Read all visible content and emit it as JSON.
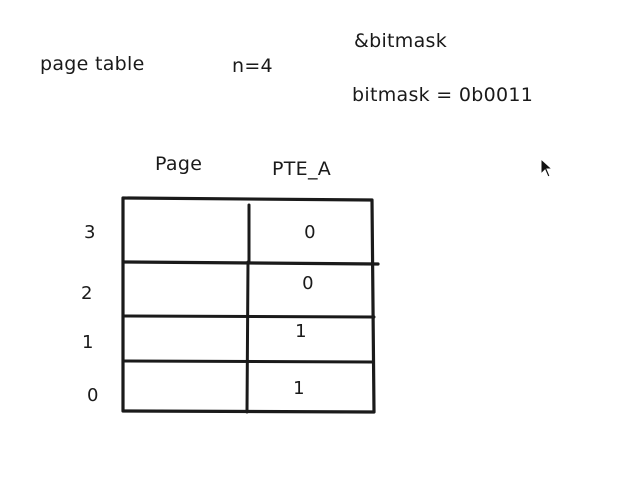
{
  "header": {
    "page_table_label": "page table",
    "n_label": "n=4",
    "bitmask_ref": "&bitmask",
    "bitmask_expr": "bitmask = 0b0011"
  },
  "table": {
    "col_headers": [
      "Page",
      "PTE_A"
    ],
    "rows": [
      {
        "label": "3",
        "pte_a": "0"
      },
      {
        "label": "2",
        "pte_a": "0"
      },
      {
        "label": "1",
        "pte_a": "1"
      },
      {
        "label": "0",
        "pte_a": "1"
      }
    ]
  },
  "cursor": {
    "icon": "arrow-cursor-icon"
  }
}
